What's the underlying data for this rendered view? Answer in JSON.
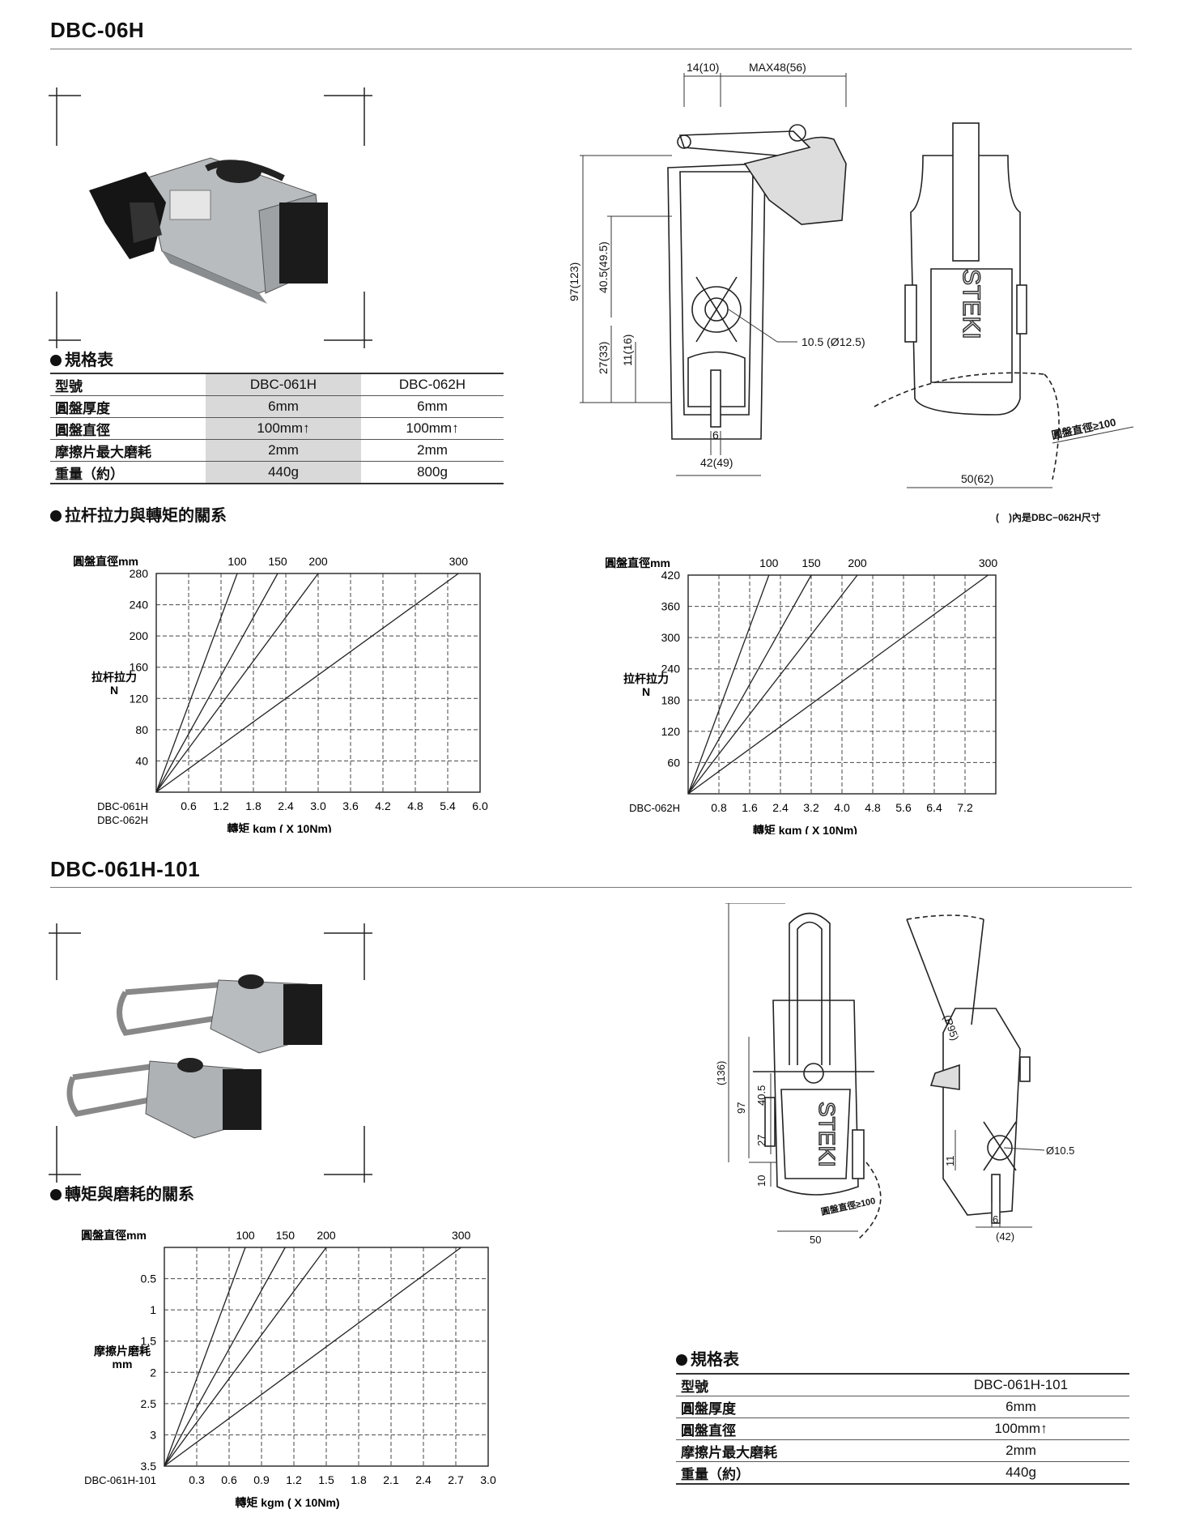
{
  "section1": {
    "title": "DBC-06H",
    "spec_heading": "規格表",
    "spec_table": {
      "headers": [
        "型號",
        "DBC-061H",
        "DBC-062H"
      ],
      "rows": [
        {
          "label": "圓盤厚度",
          "v1": "6mm",
          "v2": "6mm"
        },
        {
          "label": "圓盤直徑",
          "v1": "100mm↑",
          "v2": "100mm↑"
        },
        {
          "label": "摩擦片最大磨耗",
          "v1": "2mm",
          "v2": "2mm"
        },
        {
          "label": "重量（約）",
          "v1": "440g",
          "v2": "800g"
        }
      ]
    },
    "chart_heading": "拉杆拉力與轉矩的關系",
    "drawing_labels": {
      "d14": "14(10)",
      "max48": "MAX48(56)",
      "h97": "97(123)",
      "h40": "40.5(49.5)",
      "h27": "27(33)",
      "h11": "11(16)",
      "hole": "10.5 (Ø12.5)",
      "w6": "6",
      "w42": "42(49)",
      "disk": "圓盤直徑≥100",
      "w50": "50(62)",
      "brand": "STEKI"
    },
    "note": "(　)內是DBC−062H尺寸"
  },
  "section2": {
    "title": "DBC-061H-101",
    "chart_heading": "轉矩與磨耗的關系",
    "spec_heading": "規格表",
    "spec_table": {
      "headers": [
        "型號",
        "DBC-061H-101"
      ],
      "rows": [
        {
          "label": "圓盤厚度",
          "v1": "6mm"
        },
        {
          "label": "圓盤直徑",
          "v1": "100mm↑"
        },
        {
          "label": "摩擦片最大磨耗",
          "v1": "2mm"
        },
        {
          "label": "重量（約）",
          "v1": "440g"
        }
      ]
    },
    "drawing_labels": {
      "h136": "(136)",
      "h97": "97",
      "h40": "40.5",
      "h27": "27",
      "h10": "10",
      "r95": "(R95)",
      "disk": "圓盤直徑≥100",
      "w50": "50",
      "hole": "Ø10.5",
      "h11": "11",
      "w6": "6",
      "w42": "(42)",
      "brand": "STEKI"
    }
  },
  "chart_data": [
    {
      "type": "line",
      "title": "",
      "top_label": "圓盤直徑mm",
      "ylabel": "拉杆拉力\nN",
      "xlabel": "轉矩  kgm ( X 10Nm)",
      "x_origin_label": [
        "DBC-061H",
        "DBC-062H"
      ],
      "x_ticks": [
        "0.6",
        "1.2",
        "1.8",
        "2.4",
        "3.0",
        "3.6",
        "4.2",
        "4.8",
        "5.4",
        "6.0"
      ],
      "y_ticks": [
        "40",
        "80",
        "120",
        "160",
        "200",
        "240",
        "280"
      ],
      "xlim": [
        0,
        6.0
      ],
      "ylim": [
        0,
        280
      ],
      "grid": true,
      "series": [
        {
          "name": "100",
          "x": [
            0,
            1.5
          ],
          "y": [
            0,
            280
          ]
        },
        {
          "name": "150",
          "x": [
            0,
            2.25
          ],
          "y": [
            0,
            280
          ]
        },
        {
          "name": "200",
          "x": [
            0,
            3.0
          ],
          "y": [
            0,
            280
          ]
        },
        {
          "name": "300",
          "x": [
            0,
            5.6
          ],
          "y": [
            0,
            280
          ]
        }
      ]
    },
    {
      "type": "line",
      "title": "",
      "top_label": "圓盤直徑mm",
      "ylabel": "拉杆拉力\nN",
      "xlabel": "轉矩  kgm ( X 10Nm)",
      "x_origin_label": [
        "DBC-062H"
      ],
      "x_ticks": [
        "0.8",
        "1.6",
        "2.4",
        "3.2",
        "4.0",
        "4.8",
        "5.6",
        "6.4",
        "7.2"
      ],
      "y_ticks": [
        "60",
        "120",
        "180",
        "240",
        "300",
        "360",
        "420"
      ],
      "xlim": [
        0,
        8.0
      ],
      "ylim": [
        0,
        420
      ],
      "grid": true,
      "series": [
        {
          "name": "100",
          "x": [
            0,
            2.1
          ],
          "y": [
            0,
            420
          ]
        },
        {
          "name": "150",
          "x": [
            0,
            3.2
          ],
          "y": [
            0,
            420
          ]
        },
        {
          "name": "200",
          "x": [
            0,
            4.4
          ],
          "y": [
            0,
            420
          ]
        },
        {
          "name": "300",
          "x": [
            0,
            7.8
          ],
          "y": [
            0,
            420
          ]
        }
      ]
    },
    {
      "type": "line",
      "title": "",
      "top_label": "圓盤直徑mm",
      "ylabel": "摩擦片磨耗\nmm",
      "xlabel": "轉矩  kgm ( X 10Nm)",
      "x_origin_label": [
        "DBC-061H-101"
      ],
      "x_ticks": [
        "0.3",
        "0.6",
        "0.9",
        "1.2",
        "1.5",
        "1.8",
        "2.1",
        "2.4",
        "2.7",
        "3.0"
      ],
      "y_ticks": [
        "0.5",
        "1",
        "1.5",
        "2",
        "2.5",
        "3",
        "3.5"
      ],
      "xlim": [
        0,
        3.0
      ],
      "ylim": [
        0,
        3.5
      ],
      "y_inverted": true,
      "grid": true,
      "series": [
        {
          "name": "100",
          "x": [
            0,
            0.75
          ],
          "y": [
            3.5,
            0
          ]
        },
        {
          "name": "150",
          "x": [
            0,
            1.12
          ],
          "y": [
            3.5,
            0
          ]
        },
        {
          "name": "200",
          "x": [
            0,
            1.5
          ],
          "y": [
            3.5,
            0
          ]
        },
        {
          "name": "300",
          "x": [
            0,
            2.75
          ],
          "y": [
            3.5,
            0
          ]
        }
      ]
    }
  ]
}
